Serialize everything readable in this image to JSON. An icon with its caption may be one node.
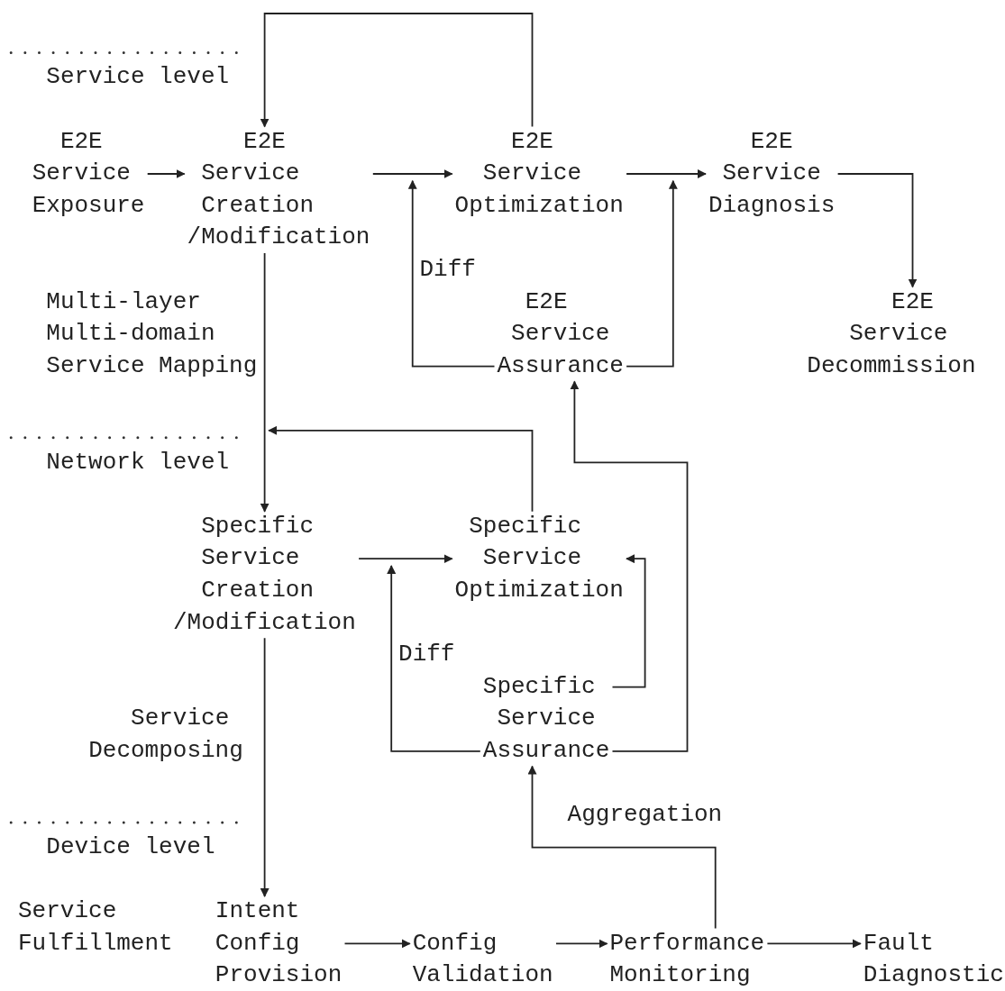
{
  "diagram": {
    "nodes": [
      {
        "text": [
          "E2E Service Exposure"
        ]
      },
      {
        "text": [
          "E2E Service Creation /Modification"
        ]
      },
      {
        "text": [
          "E2E Service Optimization"
        ]
      },
      {
        "text": [
          "E2E Service Diagnosis"
        ]
      },
      {
        "text": [
          "E2E Service Decommission"
        ]
      },
      {
        "text": [
          "E2E Service Assurance"
        ]
      },
      {
        "text": [
          "Specific Service Creation /Modification"
        ]
      },
      {
        "text": [
          "Specific Service Optimization"
        ]
      },
      {
        "text": [
          "Specific Service Assurance"
        ]
      },
      {
        "text": [
          "Intent Config Provision"
        ]
      },
      {
        "text": [
          "Config Validation"
        ]
      },
      {
        "text": [
          "Performance Monitoring"
        ]
      },
      {
        "text": [
          "Fault Diagnostic"
        ]
      }
    ],
    "edges": [
      {
        "from": 0,
        "to": 1,
        "arrow": "to"
      },
      {
        "from": 2,
        "to": 1,
        "arrow": "to"
      },
      {
        "from": 1,
        "to": 2,
        "arrow": "to"
      },
      {
        "from": 2,
        "to": 3,
        "arrow": "to"
      },
      {
        "from": 3,
        "to": 4,
        "arrow": "to"
      },
      {
        "from": 5,
        "to": null,
        "arrow": "to",
        "label": "Diff"
      },
      {
        "from": 5,
        "to": null,
        "arrow": "to"
      },
      {
        "from": 1,
        "to": 6,
        "arrow": "to",
        "label": "Multi-layer Multi-domain Service Mapping"
      },
      {
        "from": 7,
        "to": null,
        "arrow": "to"
      },
      {
        "from": 8,
        "to": 5,
        "arrow": "to"
      },
      {
        "from": 6,
        "to": 7,
        "arrow": "to"
      },
      {
        "from": 8,
        "to": 7,
        "arrow": "to"
      },
      {
        "from": 8,
        "to": null,
        "arrow": "to",
        "label": "Diff"
      },
      {
        "from": 6,
        "to": 9,
        "arrow": "to",
        "label": "Service Decomposing"
      },
      {
        "from": 11,
        "to": 8,
        "arrow": "to",
        "label": "Aggregation"
      },
      {
        "from": 9,
        "to": 10,
        "arrow": "to"
      },
      {
        "from": 10,
        "to": 11,
        "arrow": "to"
      },
      {
        "from": 11,
        "to": 12,
        "arrow": "to"
      }
    ],
    "labels": [
      "Service level",
      "Network level",
      "Device level",
      "Service Fulfillment"
    ]
  }
}
